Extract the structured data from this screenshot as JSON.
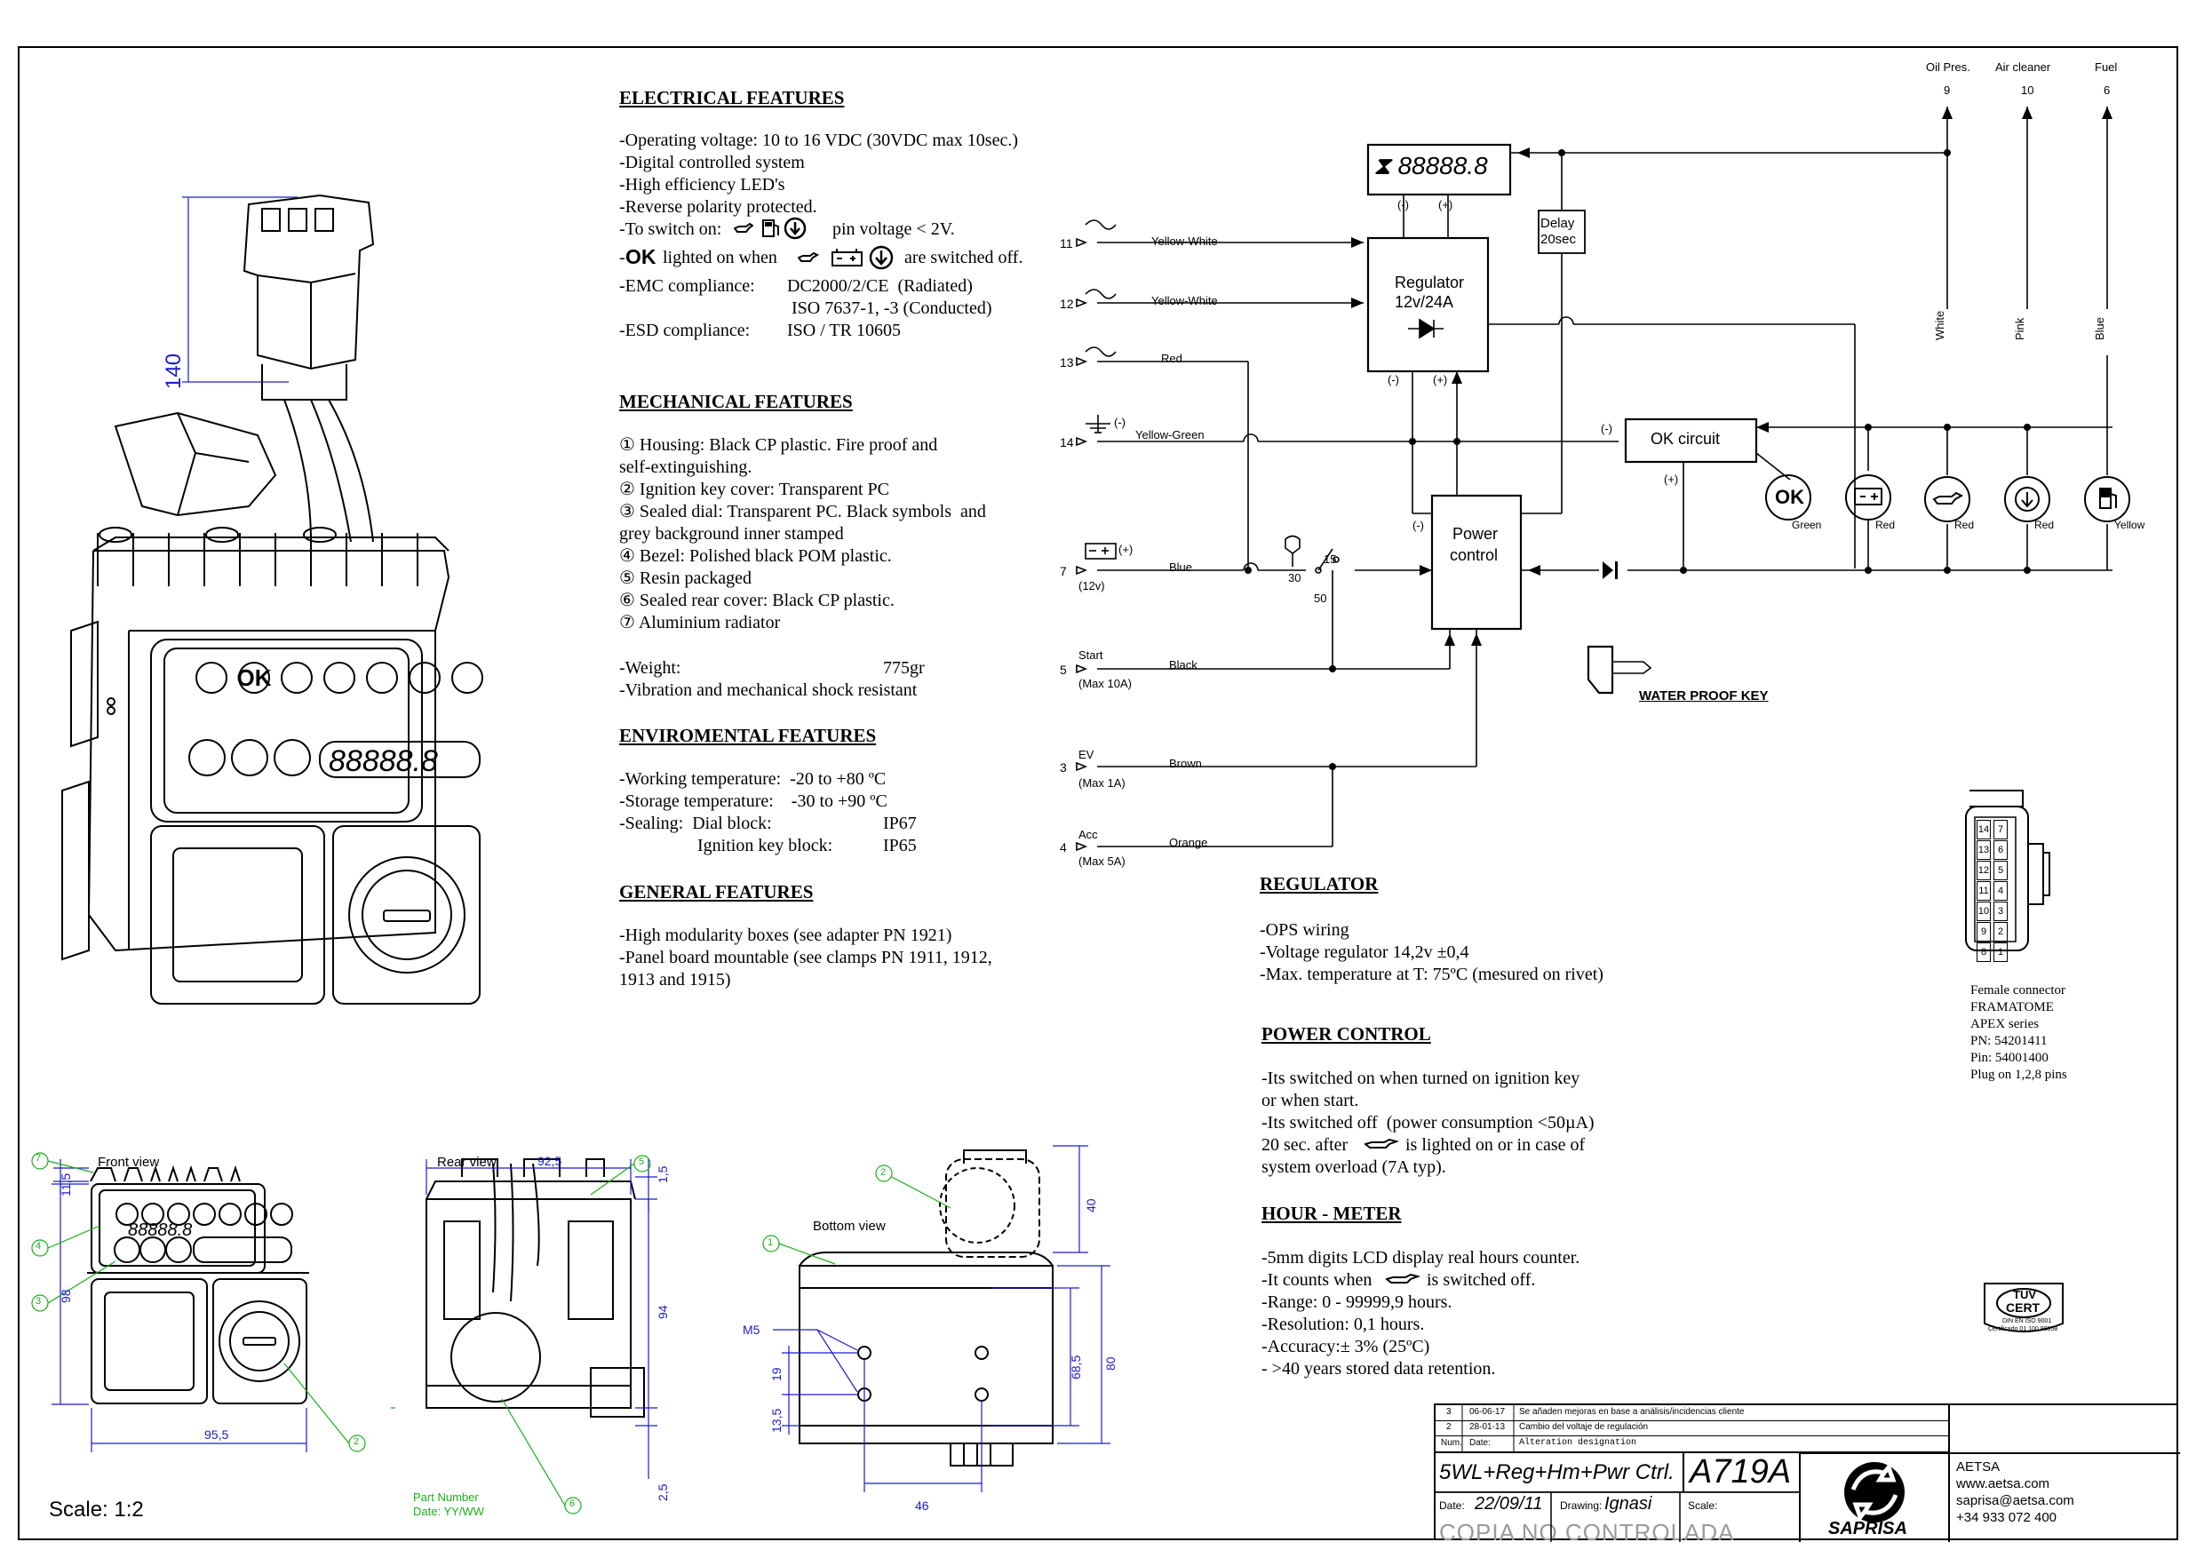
{
  "electrical": {
    "heading": "ELECTRICAL FEATURES",
    "lines": [
      "-Operating voltage: 10 to 16 VDC (30VDC max 10sec.)",
      "-Digital controlled system",
      "-High efficiency LED's",
      "-Reverse polarity protected.",
      "-To switch on:",
      "pin voltage < 2V.",
      "-",
      "OK",
      "lighted on when",
      "are switched off.",
      "-EMC compliance:",
      "DC2000/2/CE  (Radiated)",
      "ISO 7637-1, -3 (Conducted)",
      "-ESD compliance:",
      "ISO / TR 10605"
    ]
  },
  "mechanical": {
    "heading": "MECHANICAL FEATURES",
    "lines": [
      "① Housing: Black CP plastic. Fire proof and",
      "self-extinguishing.",
      "② Ignition key cover: Transparent PC",
      "③ Sealed dial: Transparent PC. Black symbols  and",
      "grey background inner stamped",
      "④ Bezel: Polished black POM plastic.",
      "⑤ Resin packaged",
      "⑥ Sealed rear cover: Black CP plastic.",
      "⑦ Aluminium radiator"
    ],
    "weight_label": "-Weight:",
    "weight_value": "775gr",
    "vibration": "-Vibration and mechanical shock resistant"
  },
  "environmental": {
    "heading": "ENVIROMENTAL FEATURES",
    "working": "-Working temperature:  -20 to +80 ºC",
    "storage": "-Storage temperature:    -30 to +90 ºC",
    "sealing_label": "-Sealing:  Dial block:",
    "sealing_dial": "IP67",
    "ignition_label": "Ignition key block:",
    "ignition_value": "IP65"
  },
  "general": {
    "heading": "GENERAL FEATURES",
    "lines": [
      "-High modularity boxes (see adapter PN 1921)",
      "-Panel board mountable (see clamps PN 1911, 1912,",
      "1913 and 1915)"
    ]
  },
  "regulator": {
    "heading": "REGULATOR",
    "lines": [
      "-OPS wiring",
      "-Voltage regulator 14,2v ±0,4",
      "-Max. temperature at T: 75ºC (mesured on rivet)"
    ]
  },
  "power_control": {
    "heading": "POWER CONTROL",
    "lines": [
      "-Its switched on when turned on ignition key",
      "or when start.",
      "-Its switched off  (power consumption <50µA)",
      "20 sec. after",
      "is lighted on or in case of",
      "system overload (7A typ)."
    ]
  },
  "hour_meter": {
    "heading": "HOUR - METER",
    "lines": [
      "-5mm digits LCD display real hours counter.",
      "-It counts when",
      "is switched off.",
      "-Range: 0 - 99999,9 hours.",
      "-Resolution: 0,1 hours.",
      "-Accuracy:± 3% (25ºC)",
      "- >40 years stored data retention."
    ]
  },
  "connector": {
    "lines": [
      "Female connector",
      "FRAMATOME",
      "APEX series",
      "PN: 54201411",
      "Pin: 54001400",
      "Plug on 1,2,8 pins"
    ],
    "pins_left": [
      "14",
      "13",
      "12",
      "11",
      "10",
      "9",
      "8"
    ],
    "pins_right": [
      "7",
      "6",
      "5",
      "4",
      "3",
      "2",
      "1"
    ]
  },
  "schematic": {
    "inputs": [
      {
        "pin": "11",
        "color": "Yellow-White"
      },
      {
        "pin": "12",
        "color": "Yellow-White"
      },
      {
        "pin": "13",
        "color": "Red"
      },
      {
        "pin": "14",
        "color": "Yellow-Green",
        "sign": "(-)"
      },
      {
        "pin": "7",
        "color": "Blue",
        "sign": "(+)",
        "sub": "(12v)"
      },
      {
        "pin": "5",
        "color": "Black",
        "name": "Start",
        "sub": "(Max 10A)"
      },
      {
        "pin": "3",
        "color": "Brown",
        "name": "EV",
        "sub": "(Max 1A)"
      },
      {
        "pin": "4",
        "color": "Orange",
        "name": "Acc",
        "sub": "(Max 5A)"
      }
    ],
    "lcd": "88888.8",
    "lcd_minus": "(-)",
    "lcd_plus": "(+)",
    "delay_line1": "Delay",
    "delay_line2": "20sec",
    "regulator_line1": "Regulator",
    "regulator_line2": "12v/24A",
    "reg_minus": "(-)",
    "reg_plus": "(+)",
    "ok_circuit": "OK circuit",
    "ok_minus": "(-)",
    "ok_plus": "(+)",
    "power_line1": "Power",
    "power_line2": "control",
    "power_minus": "(-)",
    "key_30": "30",
    "key_15": "15",
    "key_50": "50",
    "outputs": [
      {
        "label": "Oil Pres.",
        "pin": "9",
        "wire": "White"
      },
      {
        "label": "Air cleaner",
        "pin": "10",
        "wire": "Pink"
      },
      {
        "label": "Fuel",
        "pin": "6",
        "wire": "Blue"
      }
    ],
    "lamps": [
      {
        "text": "OK",
        "color": "Green"
      },
      {
        "text": "",
        "color": "Red"
      },
      {
        "text": "",
        "color": "Red"
      },
      {
        "text": "",
        "color": "Red"
      },
      {
        "text": "",
        "color": "Yellow"
      }
    ],
    "water_proof_key": "WATER PROOF KEY"
  },
  "drawings": {
    "dim_140": "140",
    "front_view": "Front view",
    "rear_view": "Rear view",
    "bottom_view": "Bottom view",
    "lcd": "88888.8",
    "dim_11_5": "11,5",
    "dim_98": "98",
    "dim_95_5": "95,5",
    "dim_92_5": "92,5",
    "dim_1_5": "1,5",
    "dim_94": "94",
    "dim_2_5": "2,5",
    "dim_40": "40",
    "dim_80": "80",
    "dim_68_5": "68,5",
    "dim_19": "19",
    "dim_13_5": "13,5",
    "dim_46": "46",
    "m5": "M5",
    "part_number_line1": "Part Number",
    "part_number_line2": "Date: YY/WW",
    "callouts": [
      "7",
      "4",
      "3",
      "5",
      "2",
      "6",
      "1",
      "2"
    ],
    "scale": "Scale: 1:2"
  },
  "title_block": {
    "revisions": [
      {
        "num": "3",
        "date": "06-06-17",
        "desc": "Se añaden mejoras en base a análisis/incidencias cliente"
      },
      {
        "num": "2",
        "date": "28-01-13",
        "desc": "Cambio del voltaje de regulación"
      }
    ],
    "hdr_num": "Num.",
    "hdr_date": "Date:",
    "hdr_desc": "Alteration designation",
    "product": "5WL+Reg+Hm+Pwr Ctrl.",
    "code": "A719A",
    "date_label": "Date:",
    "date_value": "22/09/11",
    "drawing_label": "Drawing:",
    "drawing_value": "Ignasi",
    "scale_label": "Scale:",
    "stamp": "COPIA NO CONTROLADA",
    "brand": "SAPRISA",
    "company": "AETSA",
    "web": "www.aetsa.com",
    "email": "saprisa@aetsa.com",
    "phone": "+34 933 072 400"
  },
  "certification": {
    "line1": "TÜV",
    "line2": "CERT",
    "line3": "DIN EN ISO 9001",
    "line4": "Certificado 01 100 98058"
  }
}
